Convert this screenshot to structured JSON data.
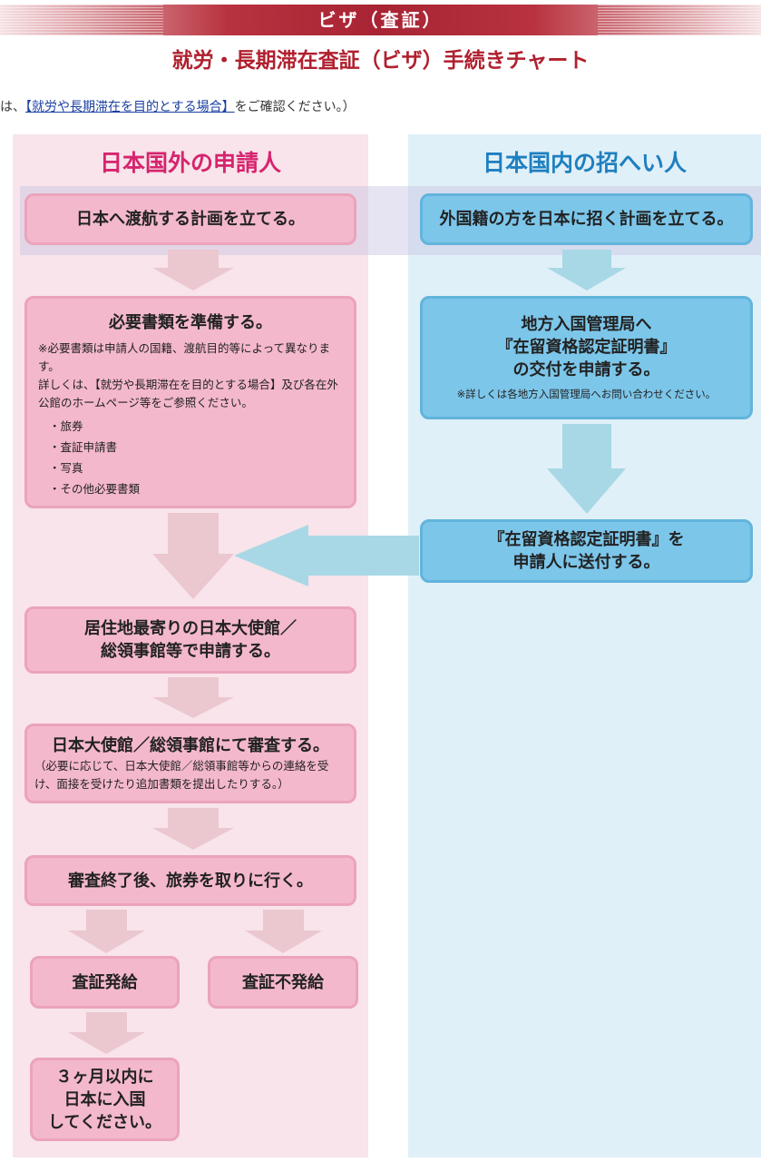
{
  "header": {
    "title": "ビザ（査証）",
    "subtitle": "就労・長期滞在査証（ビザ）手続きチャート"
  },
  "note": {
    "prefix": "は、",
    "link": "【就労や長期滞在を目的とする場合】",
    "suffix": "をご確認ください。）"
  },
  "left": {
    "heading": "日本国外の申請人",
    "step1": "日本へ渡航する計画を立てる。",
    "step2": {
      "title": "必要書類を準備する。",
      "note1": "※必要書類は申請人の国籍、渡航目的等によって異なります。",
      "note2": "詳しくは、【就労や長期滞在を目的とする場合】及び各在外公館のホームページ等をご参照ください。",
      "items": [
        "・旅券",
        "・査証申請書",
        "・写真",
        "・その他必要書類"
      ]
    },
    "step3": [
      "居住地最寄りの日本大使館／",
      "総領事館等で申請する。"
    ],
    "step4": {
      "title": "日本大使館／総領事館にて審査する。",
      "note": "（必要に応じて、日本大使館／総領事館等からの連絡を受け、面接を受けたり追加書類を提出したりする。）"
    },
    "step5": "審査終了後、旅券を取りに行く。",
    "issued": "査証発給",
    "not_issued": "査証不発給",
    "final": [
      "３ヶ月以内に",
      "日本に入国",
      "してください。"
    ]
  },
  "right": {
    "heading": "日本国内の招へい人",
    "step1": "外国籍の方を日本に招く計画を立てる。",
    "step2": {
      "lines": [
        "地方入国管理局へ",
        "『在留資格認定証明書』",
        "の交付を申請する。"
      ],
      "note": "※詳しくは各地方入国管理局へお問い合わせください。"
    },
    "step3": [
      "『在留資格認定証明書』を",
      "申請人に送付する。"
    ]
  },
  "colors": {
    "pink_arrow": "#ebc7d0",
    "blue_arrow": "#a8d8e6"
  }
}
